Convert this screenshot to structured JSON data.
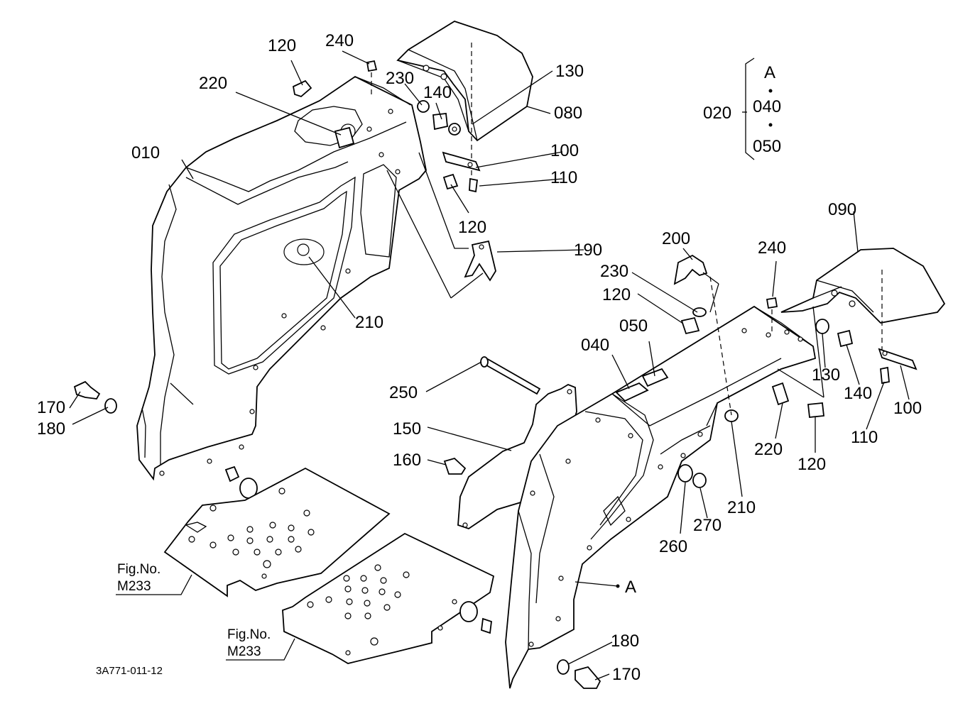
{
  "labels": {
    "l010": "010",
    "l020": "020",
    "l040a": "040",
    "l050a": "050",
    "lA": "A",
    "l120a": "120",
    "l240a": "240",
    "l220a": "220",
    "l230a": "230",
    "l140a": "140",
    "l130a": "130",
    "l080": "080",
    "l100a": "100",
    "l110a": "110",
    "l120b": "120",
    "l190": "190",
    "l210a": "210",
    "l170a": "170",
    "l180a": "180",
    "l090": "090",
    "l200": "200",
    "l240b": "240",
    "l230b": "230",
    "l120c": "120",
    "l050b": "050",
    "l040b": "040",
    "l250": "250",
    "l150": "150",
    "l160": "160",
    "l130b": "130",
    "l140b": "140",
    "l100b": "100",
    "l110b": "110",
    "l220b": "220",
    "l120d": "120",
    "l210b": "210",
    "l260": "260",
    "l270": "270",
    "lA2": "A",
    "l180b": "180",
    "l170b": "170"
  },
  "references": {
    "fig1_title": "Fig.No.",
    "fig1_code": "M233",
    "fig2_title": "Fig.No.",
    "fig2_code": "M233"
  },
  "drawing_code": "3A771-011-12"
}
